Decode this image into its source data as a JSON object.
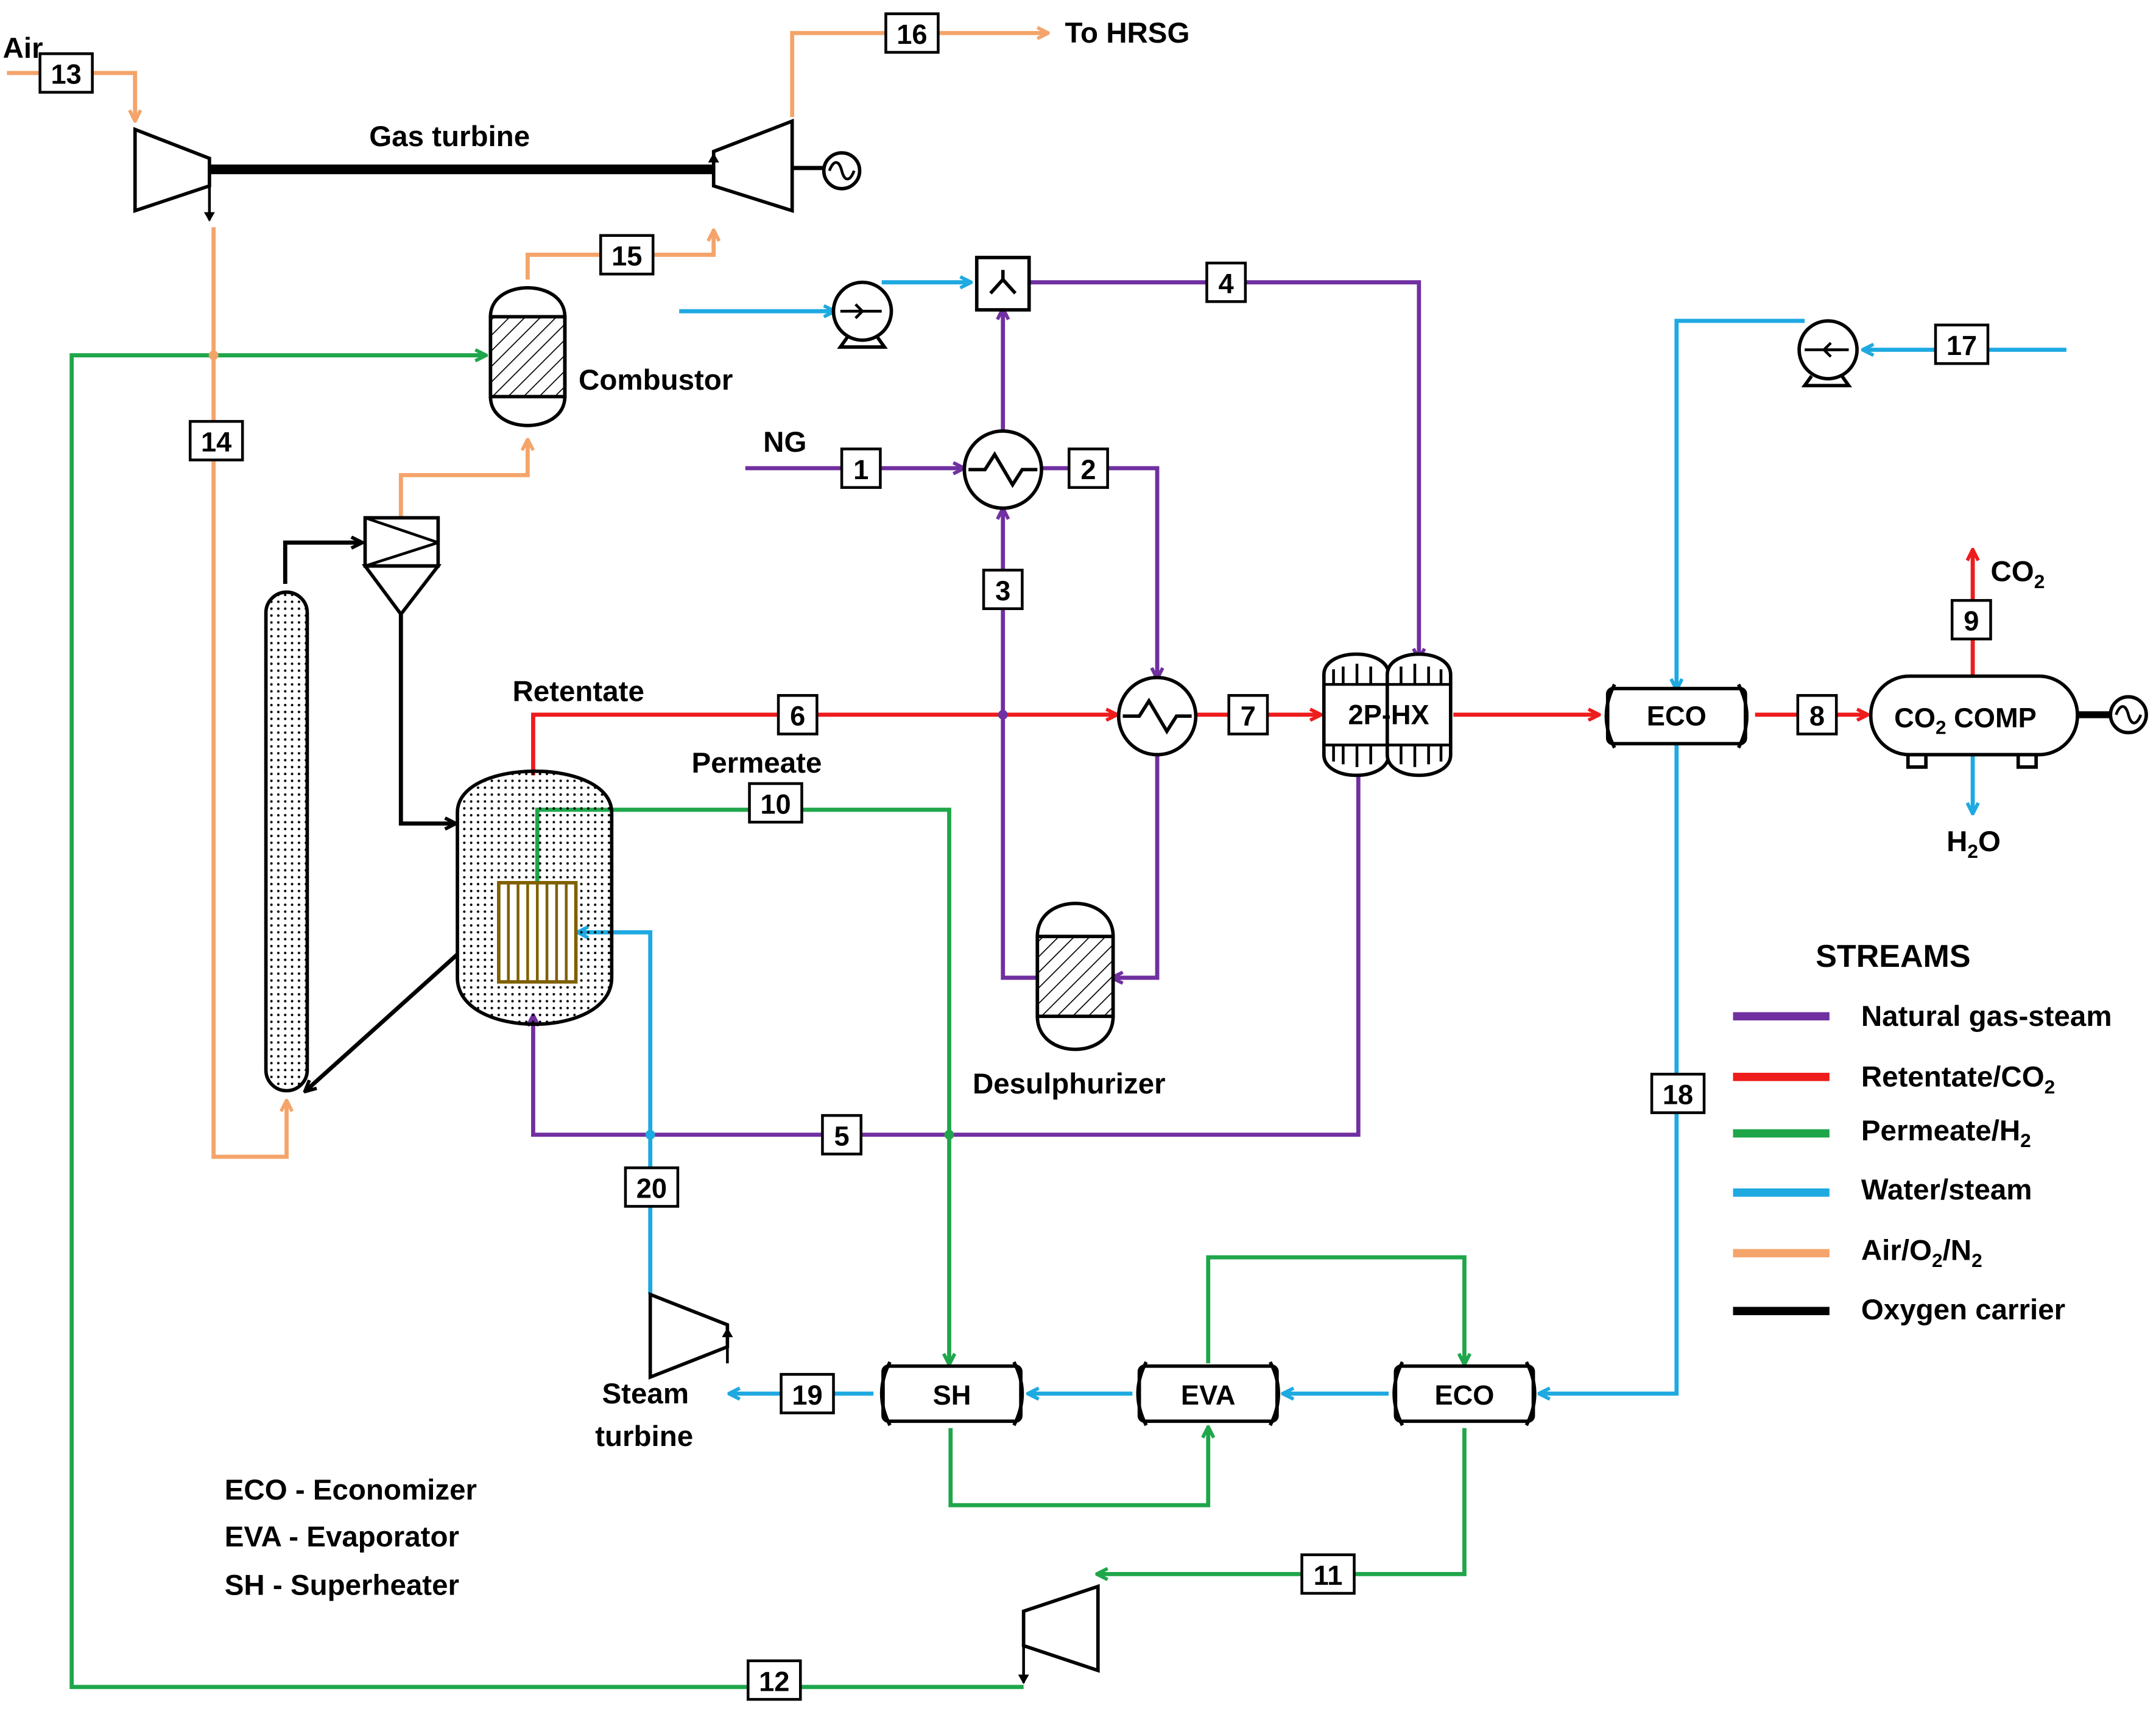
{
  "colors": {
    "natural_gas_steam": "#7030A0",
    "retentate_co2": "#EE1C1C",
    "permeate_h2": "#1FA64A",
    "water_steam": "#1EA9E1",
    "air_o2_n2": "#F4A46A",
    "oxygen_carrier": "#000000"
  },
  "labels": {
    "air": "Air",
    "to_hrsg": "To HRSG",
    "gas_turbine": "Gas turbine",
    "combustor": "Combustor",
    "ng": "NG",
    "retentate": "Retentate",
    "permeate": "Permeate",
    "desulphurizer": "Desulphurizer",
    "co2_out_main": "CO",
    "co2_out_sub": "2",
    "h2o_out_main": "H",
    "h2o_out_sub": "2",
    "h2o_out_tail": "O",
    "steam_turbine_line1": "Steam",
    "steam_turbine_line2": "turbine"
  },
  "units": {
    "two_phase_hx": "2P-HX",
    "eco_top": "ECO",
    "co2_comp_main": "CO",
    "co2_comp_sub": "2",
    "co2_comp_tail": " COMP",
    "sh": "SH",
    "eva": "EVA",
    "eco_bottom": "ECO"
  },
  "stream_numbers": [
    "1",
    "2",
    "3",
    "4",
    "5",
    "6",
    "7",
    "8",
    "9",
    "10",
    "11",
    "12",
    "13",
    "14",
    "15",
    "16",
    "17",
    "18",
    "19",
    "20"
  ],
  "abbreviations": [
    "ECO - Economizer",
    "EVA - Evaporator",
    "SH - Superheater"
  ],
  "legend": {
    "title": "STREAMS",
    "items": [
      {
        "label": "Natural gas-steam",
        "sub": "",
        "color": "#7030A0"
      },
      {
        "label": "Retentate/CO",
        "sub": "2",
        "color": "#EE1C1C"
      },
      {
        "label": "Permeate/H",
        "sub": "2",
        "color": "#1FA64A"
      },
      {
        "label": "Water/steam",
        "sub": "",
        "color": "#1EA9E1"
      },
      {
        "label": "Air/O",
        "sub": "2",
        "tail": "/N",
        "sub2": "2",
        "color": "#F4A46A"
      },
      {
        "label": "Oxygen carrier",
        "sub": "",
        "color": "#000000"
      }
    ]
  }
}
